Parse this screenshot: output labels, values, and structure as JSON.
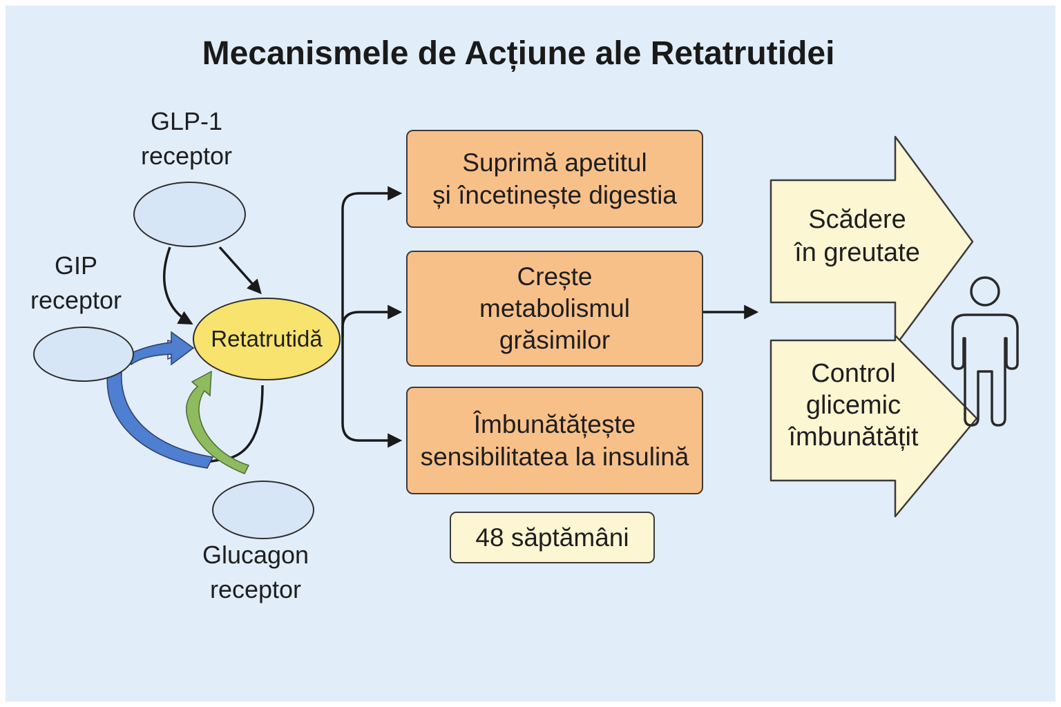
{
  "title": "Mecanismele de Acțiune ale Retatrutidei",
  "receptors": {
    "glp1": {
      "line1": "GLP-1",
      "line2": "receptor"
    },
    "gip": {
      "line1": "GIP",
      "line2": "receptor"
    },
    "glucagon": {
      "line1": "Glucagon",
      "line2": "receptor"
    }
  },
  "drug": {
    "name": "Retatrutidă"
  },
  "effects": [
    {
      "line1": "Suprimă apetitul",
      "line2": "și încetinește digestia"
    },
    {
      "line1": "Crește",
      "line2": "metabolismul",
      "line3": "grăsimilor"
    },
    {
      "line1": "Îmbunătățește",
      "line2": "sensibilitatea la insulină"
    }
  ],
  "duration": "48 săptămâni",
  "outcomes": [
    {
      "line1": "Scădere",
      "line2": "în greutate"
    },
    {
      "line1": "Control",
      "line2": "glicemic",
      "line3": "îmbunătățit"
    }
  ],
  "colors": {
    "background": "#e2edfa",
    "receptor_fill": "#d7e6f6",
    "drug_fill": "#f7e36d",
    "effect_fill": "#f8c089",
    "outcome_fill": "#fdf6d2",
    "gip_arrow": "#4e7fd0",
    "glucagon_arrow": "#8dbb5e"
  },
  "icons": [
    "person-icon",
    "arrow-icon"
  ]
}
